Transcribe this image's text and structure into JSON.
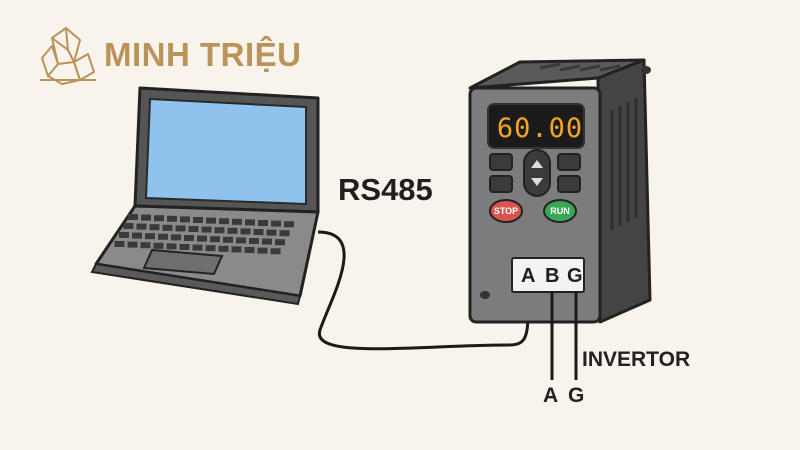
{
  "brand": {
    "name": "MINH TRIỆU",
    "logo_icon": "crystal-cluster-icon",
    "color": "#b9935a"
  },
  "connection": {
    "protocol_label": "RS485"
  },
  "device": {
    "label": "INVERTOR",
    "display_value": "60.00",
    "stop_label": "STOP",
    "run_label": "RUN",
    "terminals": [
      "A",
      "B",
      "G"
    ]
  },
  "wires": {
    "labels": [
      "A",
      "G"
    ]
  },
  "colors": {
    "stop": "#d9534f",
    "run": "#3aa655",
    "screen": "#8fc2ec",
    "display": "#f4a51c"
  }
}
